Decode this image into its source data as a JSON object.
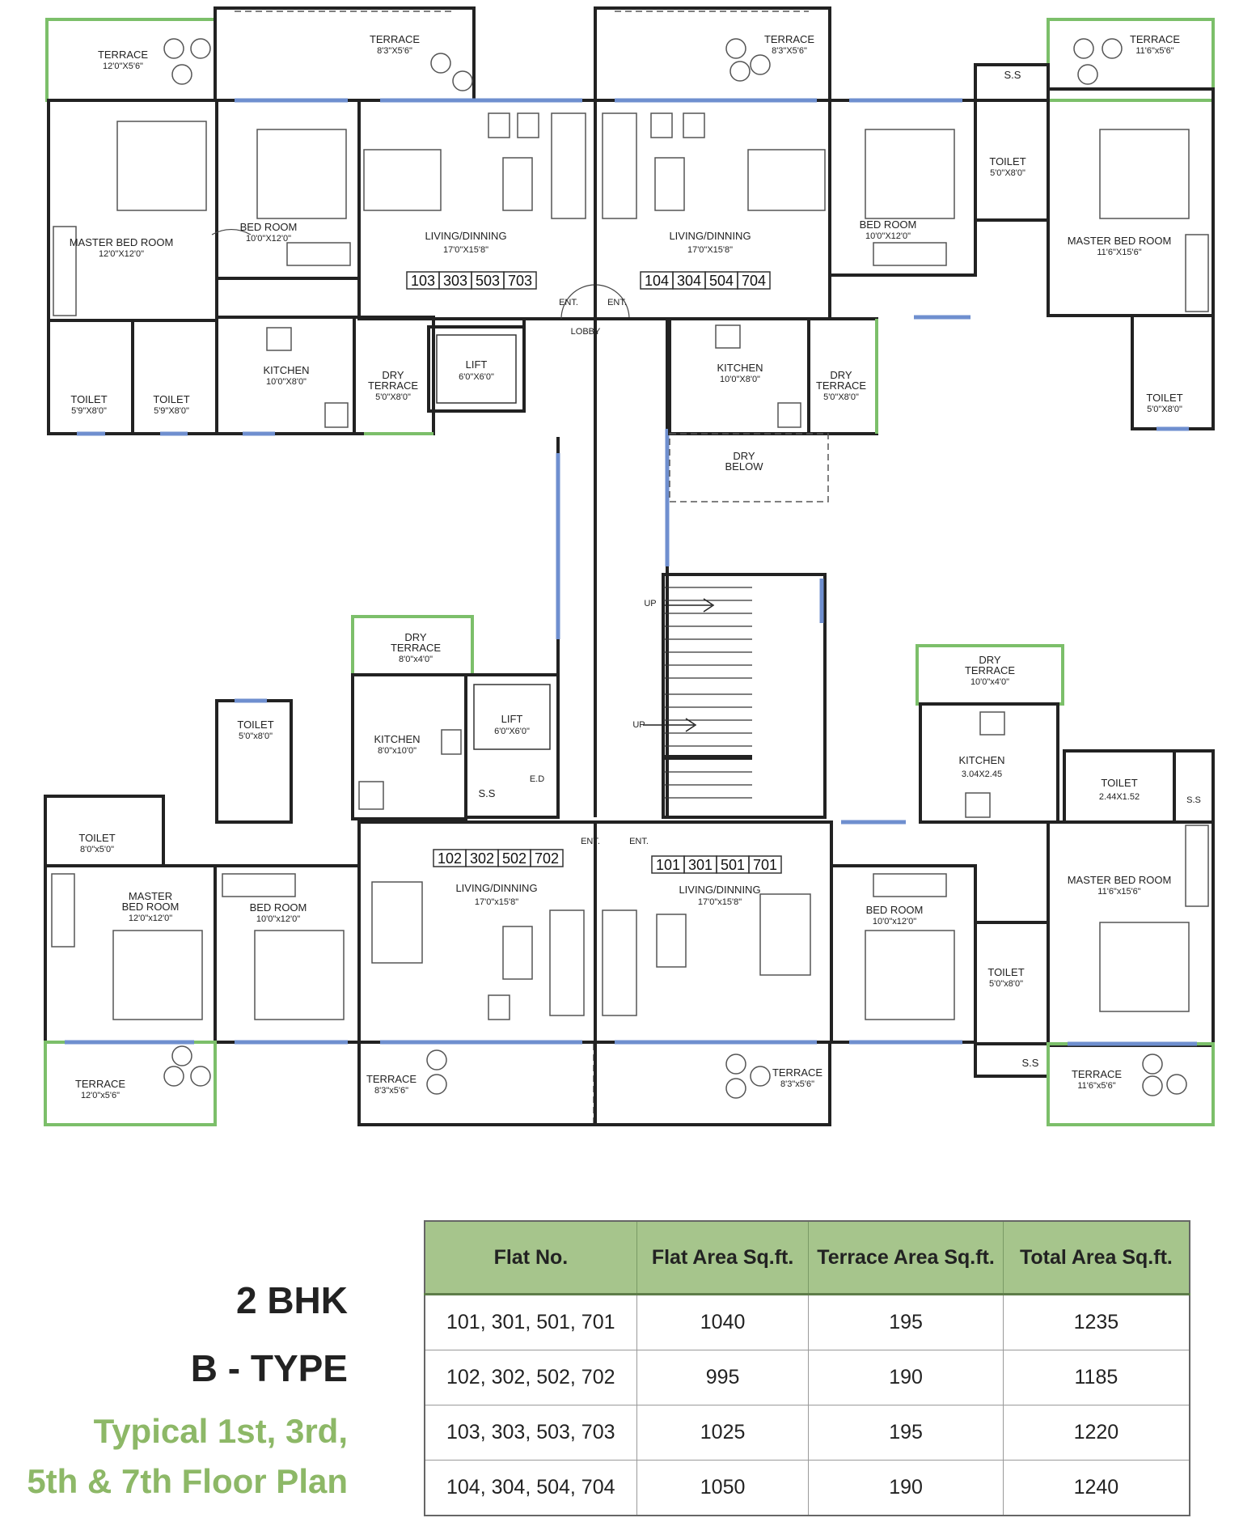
{
  "plan": {
    "upper_left_unit": {
      "terrace_1": {
        "label": "TERRACE",
        "dim": "12'0\"X5'6\""
      },
      "terrace_2": {
        "label": "TERRACE",
        "dim": "8'3\"X5'6\""
      },
      "master_bed": {
        "label": "MASTER BED ROOM",
        "dim": "12'0\"X12'0\""
      },
      "bed_room": {
        "label": "BED ROOM",
        "dim": "10'0\"X12'0\""
      },
      "living": {
        "label": "LIVING/DINNING",
        "dim": "17'0\"X15'8\""
      },
      "flat_numbers": [
        "103",
        "303",
        "503",
        "703"
      ],
      "toilet_1": {
        "label": "TOILET",
        "dim": "5'9\"X8'0\""
      },
      "toilet_2": {
        "label": "TOILET",
        "dim": "5'9\"X8'0\""
      },
      "kitchen": {
        "label": "KITCHEN",
        "dim": "10'0\"X8'0\""
      },
      "dry_terrace": {
        "label_1": "DRY",
        "label_2": "TERRACE",
        "dim": "5'0\"X8'0\""
      }
    },
    "upper_right_unit": {
      "terrace_1": {
        "label": "TERRACE",
        "dim": "8'3\"X5'6\""
      },
      "terrace_2": {
        "label": "TERRACE",
        "dim": "11'6\"x5'6\""
      },
      "ss": "S.S",
      "living": {
        "label": "LIVING/DINNING",
        "dim": "17'0\"X15'8\""
      },
      "flat_numbers": [
        "104",
        "304",
        "504",
        "704"
      ],
      "bed_room": {
        "label": "BED ROOM",
        "dim": "10'0\"X12'0\""
      },
      "toilet_1": {
        "label": "TOILET",
        "dim": "5'0\"X8'0\""
      },
      "master_bed": {
        "label": "MASTER BED ROOM",
        "dim": "11'6\"X15'6\""
      },
      "toilet_2": {
        "label": "TOILET",
        "dim": "5'0\"X8'0\""
      },
      "kitchen": {
        "label": "KITCHEN",
        "dim": "10'0\"X8'0\""
      },
      "dry_terrace": {
        "label_1": "DRY",
        "label_2": "TERRACE",
        "dim": "5'0\"X8'0\""
      },
      "dry_below": {
        "label_1": "DRY",
        "label_2": "BELOW"
      }
    },
    "core": {
      "ent_1": "ENT.",
      "ent_2": "ENT.",
      "lobby": "LOBBY",
      "lift_top": {
        "label": "LIFT",
        "dim": "6'0\"X6'0\""
      },
      "lift_bottom": {
        "label": "LIFT",
        "dim": "6'0\"X6'0\""
      },
      "up_1": "UP",
      "up_2": "UP",
      "ss": "S.S",
      "ed": "E.D",
      "ent_3": "ENT.",
      "ent_4": "ENT."
    },
    "lower_left_unit": {
      "dry_terrace": {
        "label_1": "DRY",
        "label_2": "TERRACE",
        "dim": "8'0\"x4'0\""
      },
      "kitchen": {
        "label": "KITCHEN",
        "dim": "8'0\"x10'0\""
      },
      "toilet_1": {
        "label": "TOILET",
        "dim": "5'0\"x8'0\""
      },
      "toilet_2": {
        "label": "TOILET",
        "dim": "8'0\"x5'0\""
      },
      "master_bed": {
        "label_1": "MASTER",
        "label_2": "BED ROOM",
        "dim": "12'0\"x12'0\""
      },
      "bed_room": {
        "label": "BED ROOM",
        "dim": "10'0\"x12'0\""
      },
      "living": {
        "label": "LIVING/DINNING",
        "dim": "17'0\"x15'8\""
      },
      "flat_numbers": [
        "102",
        "302",
        "502",
        "702"
      ],
      "terrace_1": {
        "label": "TERRACE",
        "dim": "12'0\"x5'6\""
      },
      "terrace_2": {
        "label": "TERRACE",
        "dim": "8'3\"x5'6\""
      }
    },
    "lower_right_unit": {
      "dry_terrace": {
        "label_1": "DRY",
        "label_2": "TERRACE",
        "dim": "10'0\"x4'0\""
      },
      "kitchen": {
        "label": "KITCHEN",
        "dim": "3.04X2.45"
      },
      "toilet_1": {
        "label": "TOILET",
        "dim": "2.44X1.52"
      },
      "ss_1": "S.S",
      "living": {
        "label": "LIVING/DINNING",
        "dim": "17'0\"x15'8\""
      },
      "flat_numbers": [
        "101",
        "301",
        "501",
        "701"
      ],
      "bed_room": {
        "label": "BED ROOM",
        "dim": "10'0\"x12'0\""
      },
      "toilet_2": {
        "label": "TOILET",
        "dim": "5'0\"x8'0\""
      },
      "master_bed": {
        "label": "MASTER BED ROOM",
        "dim": "11'6\"x15'6\""
      },
      "ss_2": "S.S",
      "terrace_1": {
        "label": "TERRACE",
        "dim": "8'3\"x5'6\""
      },
      "terrace_2": {
        "label": "TERRACE",
        "dim": "11'6\"x5'6\""
      }
    }
  },
  "caption": {
    "line1": "2 BHK",
    "line2": "B - TYPE",
    "line3": "Typical 1st, 3rd,",
    "line4": "5th & 7th Floor Plan"
  },
  "table": {
    "headers": [
      "Flat No.",
      "Flat Area Sq.ft.",
      "Terrace Area Sq.ft.",
      "Total Area Sq.ft."
    ],
    "rows": [
      [
        "101, 301, 501, 701",
        "1040",
        "195",
        "1235"
      ],
      [
        "102, 302, 502, 702",
        "995",
        "190",
        "1185"
      ],
      [
        "103, 303, 503, 703",
        "1025",
        "195",
        "1220"
      ],
      [
        "104, 304, 504, 704",
        "1050",
        "190",
        "1240"
      ]
    ]
  },
  "colors": {
    "header_green": "#a6c58c",
    "subtitle_green": "#8db867",
    "window_blue": "#6f8fcf",
    "terrace_green": "#7cbf6a"
  }
}
